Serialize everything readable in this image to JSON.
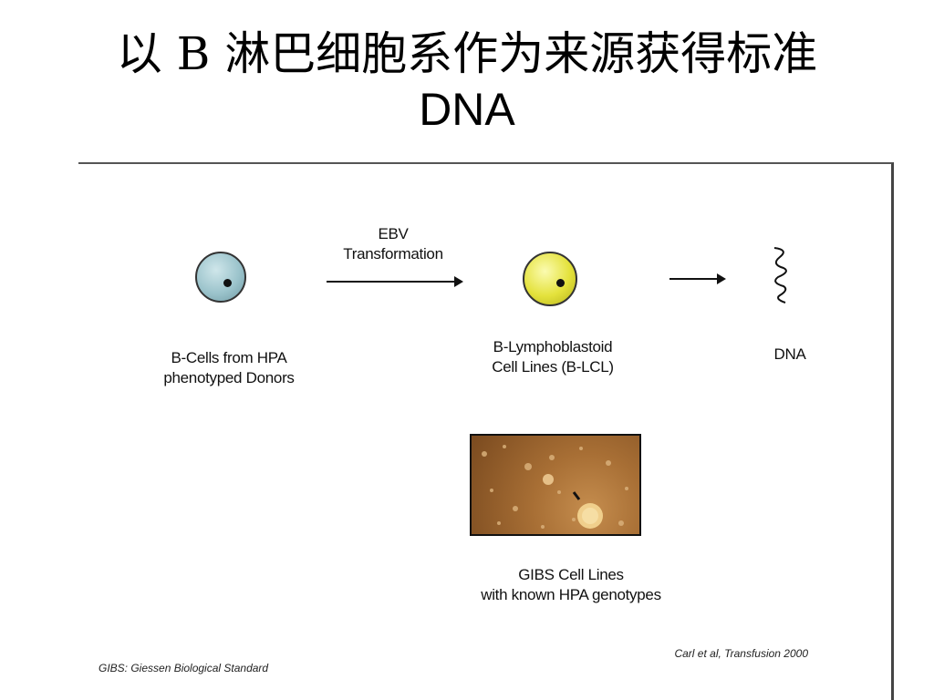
{
  "title": {
    "line1": "以 B 淋巴细胞系作为来源获得标准",
    "line2": "DNA"
  },
  "figure": {
    "ebv_label": "EBV\nTransformation",
    "b_cells_label": "B-Cells from HPA\nphenotyped Donors",
    "blcl_label": "B-Lymphoblastoid\nCell Lines (B-LCL)",
    "dna_label": "DNA",
    "gibs_label": "GIBS Cell Lines\nwith known HPA genotypes",
    "gibs_note": "GIBS: Giessen Biological Standard",
    "citation": "Carl et al, Transfusion 2000"
  },
  "colors": {
    "b_cell": "#9cc4cc",
    "blcl_cell": "#e4e23c",
    "micrograph": "#a86f35"
  }
}
